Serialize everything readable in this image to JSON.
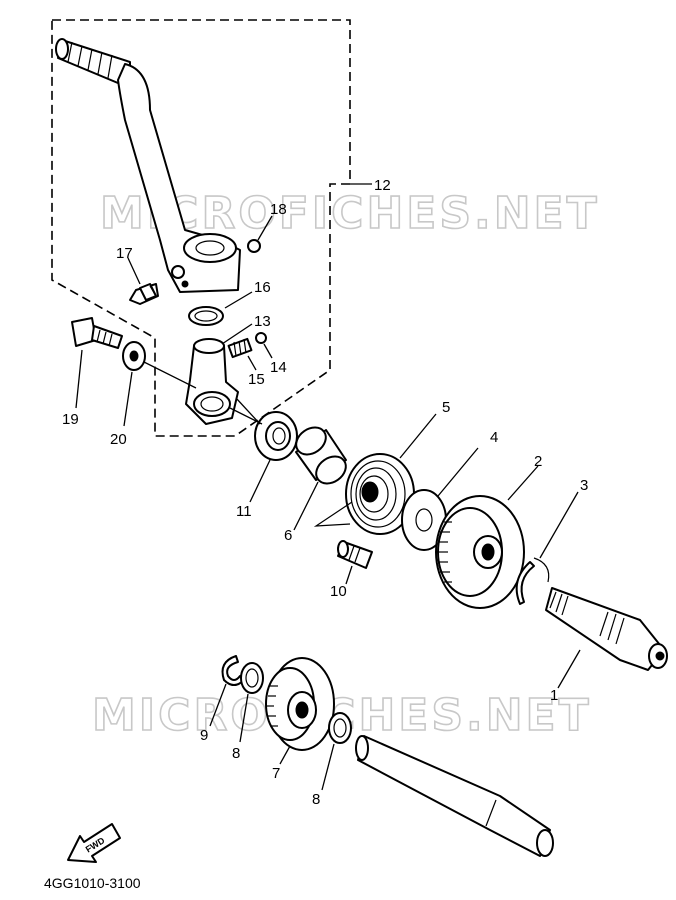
{
  "watermark": "MICROFICHES.NET",
  "diagram_code": "4GG1010-3100",
  "fwd_label": "FWD",
  "callouts": [
    "1",
    "2",
    "3",
    "4",
    "5",
    "6",
    "7",
    "8",
    "8",
    "9",
    "10",
    "11",
    "12",
    "13",
    "14",
    "15",
    "16",
    "17",
    "18",
    "19",
    "20"
  ]
}
